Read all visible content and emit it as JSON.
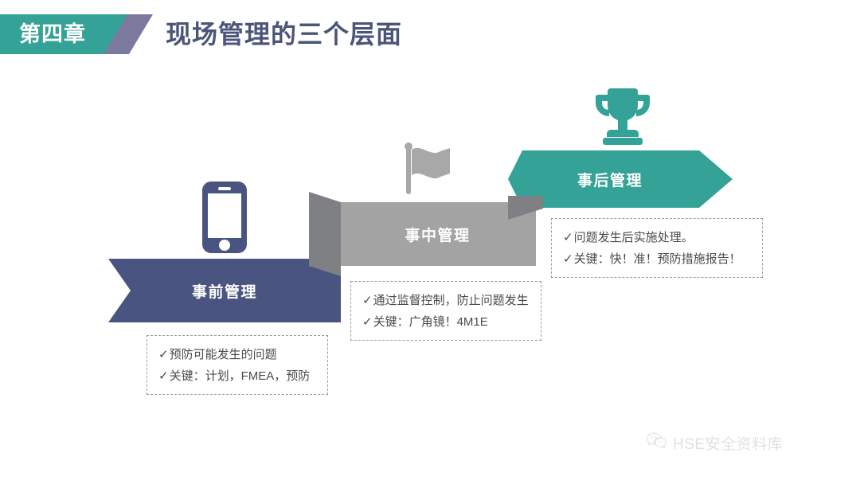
{
  "header": {
    "chapter_badge": "第四章",
    "title": "现场管理的三个层面",
    "badge_color": "#34a296",
    "badge_shadow_color": "#7b7a9e",
    "title_color": "#4b5579"
  },
  "stages": [
    {
      "id": "before",
      "label": "事前管理",
      "color": "#4a5480",
      "icon": "smartphone-icon",
      "icon_color": "#4a5480",
      "callout": [
        {
          "tick": "✓",
          "text": "预防可能发生的问题"
        },
        {
          "tick": "✓",
          "text": "关键：计划，FMEA，预防"
        }
      ]
    },
    {
      "id": "during",
      "label": "事中管理",
      "color": "#a3a3a3",
      "side_color": "#7f8084",
      "icon": "flag-icon",
      "icon_color": "#a8a8a8",
      "callout": [
        {
          "tick": "✓",
          "text": "通过监督控制，防止问题发生"
        },
        {
          "tick": "✓",
          "text": "关键：广角镜！4M1E"
        }
      ]
    },
    {
      "id": "after",
      "label": "事后管理",
      "color": "#34a296",
      "side_color": "#7f8084",
      "icon": "trophy-icon",
      "icon_color": "#34a296",
      "callout": [
        {
          "tick": "✓",
          "text": "问题发生后实施处理。"
        },
        {
          "tick": "✓",
          "text": "关键：快！准！预防措施报告！"
        }
      ]
    }
  ],
  "watermark": {
    "icon": "wechat-icon",
    "text": "HSE安全资料库",
    "color": "#c9c9c9"
  }
}
